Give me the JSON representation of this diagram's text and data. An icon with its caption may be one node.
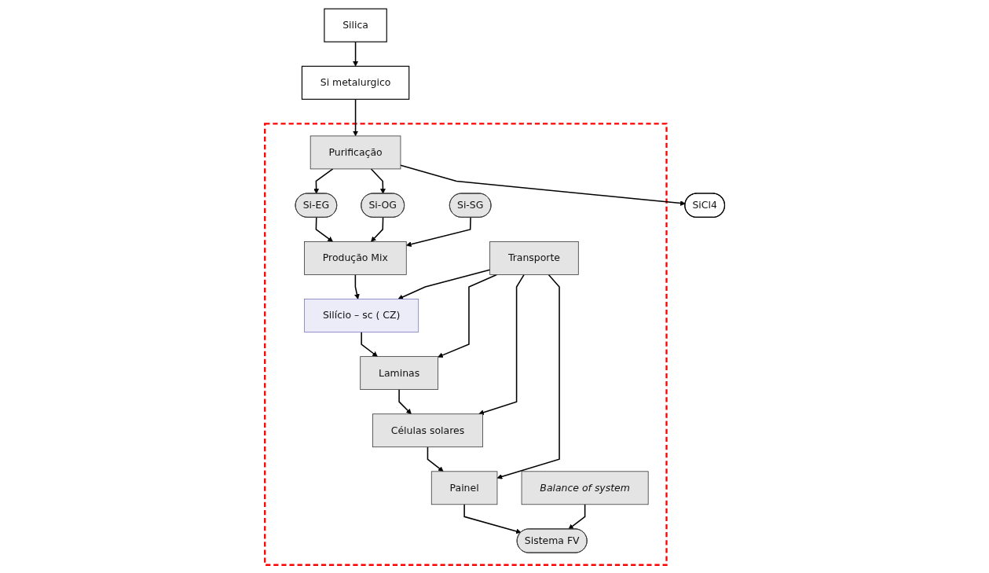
{
  "diagram": {
    "nodes": [
      {
        "text": [
          "Silica"
        ]
      },
      {
        "text": [
          "Si metalurgico"
        ]
      },
      {
        "text": [
          "SiCl4"
        ]
      },
      {
        "text": [],
        "shape": "box"
      },
      {
        "text": [
          "Purificação"
        ],
        "in": 3
      },
      {
        "text": [
          "Si-EG"
        ],
        "in": 3
      },
      {
        "text": [
          "Si-OG"
        ],
        "in": 3
      },
      {
        "text": [
          "Si-SG"
        ],
        "in": 3
      },
      {
        "text": [
          "Produção Mix"
        ],
        "in": 3
      },
      {
        "text": [
          "Silício – sc ( CZ)"
        ],
        "in": 3
      },
      {
        "text": [
          "Laminas"
        ],
        "in": 3
      },
      {
        "text": [
          "Transporte"
        ],
        "in": 3
      },
      {
        "text": [
          "Células solares"
        ],
        "in": 3
      },
      {
        "text": [
          "Painel"
        ],
        "in": 3
      },
      {
        "text": [
          "Balance of system"
        ],
        "in": 3
      },
      {
        "text": [
          "Sistema FV"
        ],
        "in": 3
      }
    ],
    "edges": [
      {
        "from": 0,
        "to": 1,
        "arrow": "to"
      },
      {
        "from": 1,
        "to": 4,
        "arrow": "to"
      },
      {
        "from": 4,
        "to": 2,
        "arrow": "to"
      },
      {
        "from": 4,
        "to": 5,
        "arrow": "to"
      },
      {
        "from": 4,
        "to": 6,
        "arrow": "to"
      },
      {
        "from": 5,
        "to": 8,
        "arrow": "to"
      },
      {
        "from": 6,
        "to": 8,
        "arrow": "to"
      },
      {
        "from": 7,
        "to": 8,
        "arrow": "to"
      },
      {
        "from": 8,
        "to": 9,
        "arrow": "to"
      },
      {
        "from": 11,
        "to": 9,
        "arrow": "to"
      },
      {
        "from": 9,
        "to": 10,
        "arrow": "to"
      },
      {
        "from": 11,
        "to": 10,
        "arrow": "to"
      },
      {
        "from": 10,
        "to": 12,
        "arrow": "to"
      },
      {
        "from": 11,
        "to": 12,
        "arrow": "to"
      },
      {
        "from": 12,
        "to": 13,
        "arrow": "to"
      },
      {
        "from": 11,
        "to": 13,
        "arrow": "to"
      },
      {
        "from": 13,
        "to": 15,
        "arrow": "to"
      },
      {
        "from": 14,
        "to": 15,
        "arrow": "to"
      }
    ]
  }
}
